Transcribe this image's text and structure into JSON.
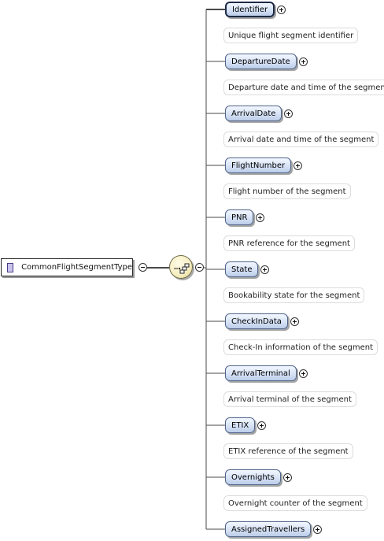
{
  "complex_type": {
    "name": "CommonFlightSegmentType",
    "icon": "complex-type-icon"
  },
  "compositor": {
    "kind": "sequence",
    "icon": "sequence-compositor-icon"
  },
  "elements": [
    {
      "name": "Identifier",
      "doc": "Unique flight segment identifier"
    },
    {
      "name": "DepartureDate",
      "doc": "Departure date and time of the segment"
    },
    {
      "name": "ArrivalDate",
      "doc": "Arrival date and time of the segment"
    },
    {
      "name": "FlightNumber",
      "doc": "Flight number of the segment"
    },
    {
      "name": "PNR",
      "doc": "PNR reference for the segment"
    },
    {
      "name": "State",
      "doc": "Bookability state for the segment"
    },
    {
      "name": "CheckInData",
      "doc": "Check-In information of the segment"
    },
    {
      "name": "ArrivalTerminal",
      "doc": "Arrival terminal of the segment"
    },
    {
      "name": "ETIX",
      "doc": "ETIX reference of the segment"
    },
    {
      "name": "Overnights",
      "doc": "Overnight counter of the segment"
    },
    {
      "name": "AssignedTravellers",
      "doc": ""
    }
  ],
  "colors": {
    "element_fill": "#d9e4f7",
    "element_border": "#4f6488",
    "compositor_fill": "#f7efc4",
    "type_icon_fill": "#cbc3ec",
    "connector": "#4a4a4a"
  }
}
